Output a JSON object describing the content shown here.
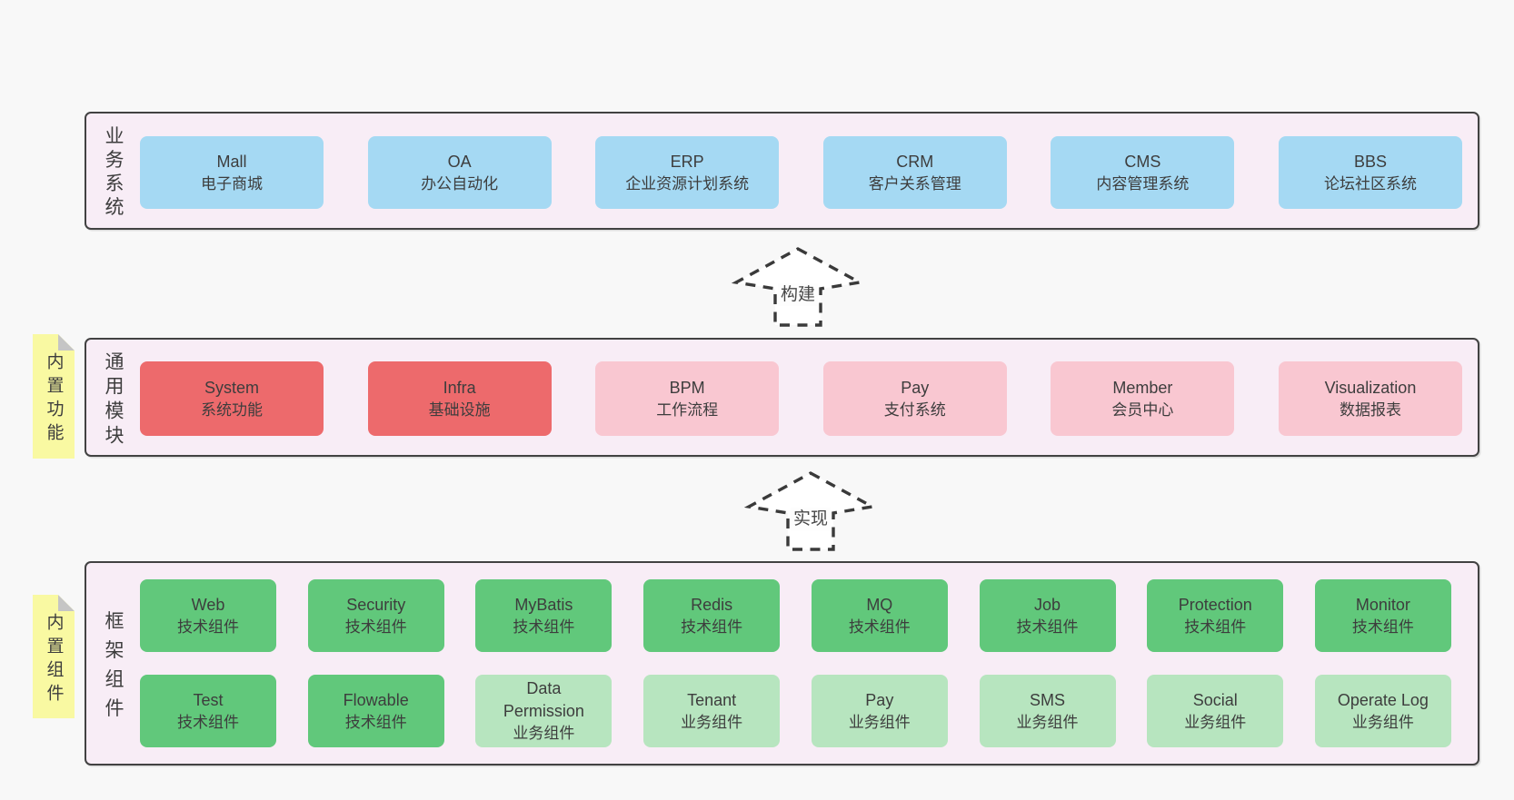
{
  "colors": {
    "page_background": "#f8f8f8",
    "band_background": "#f8edf6",
    "band_border": "#424242",
    "business_system_box": "#a5d9f3",
    "core_module_box": "#ed6a6c",
    "optional_module_box": "#f9c7d1",
    "tech_component_box": "#61c87b",
    "biz_component_box": "#b7e5bf",
    "sticky_note": "#f9f9a2",
    "text": "#3d3d3d"
  },
  "bands": [
    {
      "id": "business-systems",
      "label": "业务系统",
      "boxes": [
        {
          "name": "Mall",
          "subtitle": "电子商城"
        },
        {
          "name": "OA",
          "subtitle": "办公自动化"
        },
        {
          "name": "ERP",
          "subtitle": "企业资源计划系统"
        },
        {
          "name": "CRM",
          "subtitle": "客户关系管理"
        },
        {
          "name": "CMS",
          "subtitle": "内容管理系统"
        },
        {
          "name": "BBS",
          "subtitle": "论坛社区系统"
        }
      ]
    },
    {
      "id": "common-modules",
      "label": "通用模块",
      "sticky": "内置功能",
      "boxes": [
        {
          "name": "System",
          "subtitle": "系统功能"
        },
        {
          "name": "Infra",
          "subtitle": "基础设施"
        },
        {
          "name": "BPM",
          "subtitle": "工作流程"
        },
        {
          "name": "Pay",
          "subtitle": "支付系统"
        },
        {
          "name": "Member",
          "subtitle": "会员中心"
        },
        {
          "name": "Visualization",
          "subtitle": "数据报表"
        }
      ]
    },
    {
      "id": "framework-components",
      "label": "框架组件",
      "sticky": "内置组件",
      "rows": [
        [
          {
            "name": "Web",
            "subtitle": "技术组件"
          },
          {
            "name": "Security",
            "subtitle": "技术组件"
          },
          {
            "name": "MyBatis",
            "subtitle": "技术组件"
          },
          {
            "name": "Redis",
            "subtitle": "技术组件"
          },
          {
            "name": "MQ",
            "subtitle": "技术组件"
          },
          {
            "name": "Job",
            "subtitle": "技术组件"
          },
          {
            "name": "Protection",
            "subtitle": "技术组件"
          },
          {
            "name": "Monitor",
            "subtitle": "技术组件"
          }
        ],
        [
          {
            "name": "Test",
            "subtitle": "技术组件"
          },
          {
            "name": "Flowable",
            "subtitle": "技术组件"
          },
          {
            "name": "Data\nPermission",
            "subtitle": "业务组件"
          },
          {
            "name": "Tenant",
            "subtitle": "业务组件"
          },
          {
            "name": "Pay",
            "subtitle": "业务组件"
          },
          {
            "name": "SMS",
            "subtitle": "业务组件"
          },
          {
            "name": "Social",
            "subtitle": "业务组件"
          },
          {
            "name": "Operate Log",
            "subtitle": "业务组件"
          }
        ]
      ]
    }
  ],
  "arrows": [
    {
      "label": "构建"
    },
    {
      "label": "实现"
    }
  ]
}
